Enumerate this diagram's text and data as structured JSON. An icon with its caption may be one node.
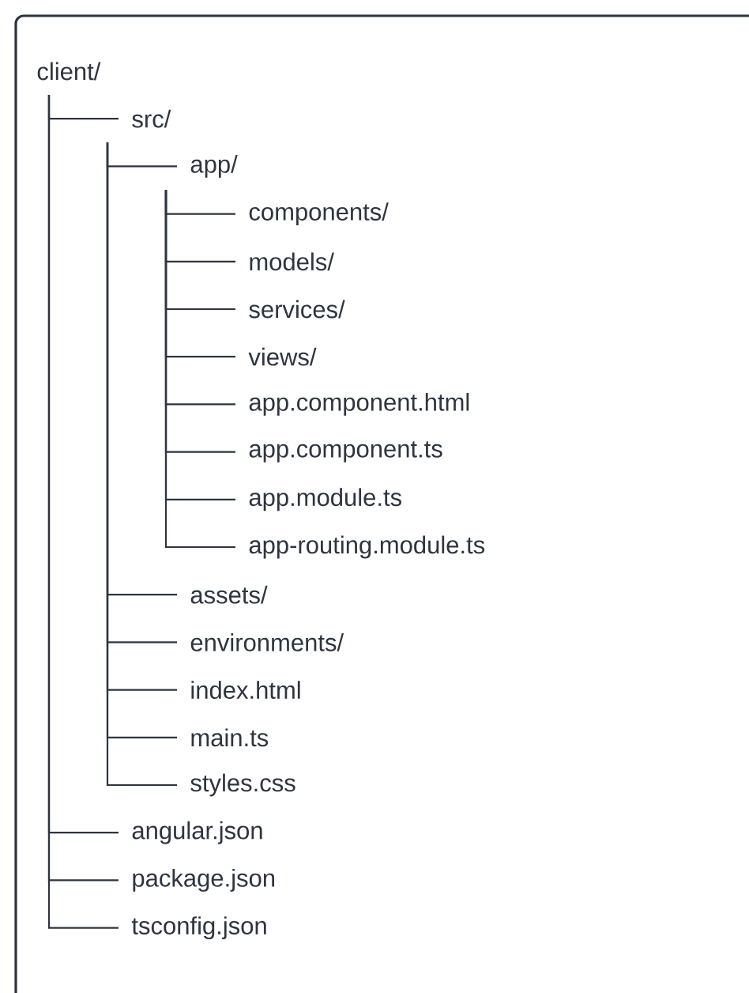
{
  "diagram": {
    "nodes": [
      {
        "text": [
          "client/"
        ]
      },
      {
        "text": [
          "src/"
        ]
      },
      {
        "text": [
          "app/"
        ]
      },
      {
        "text": [
          "components/"
        ]
      },
      {
        "text": [
          "models/"
        ]
      },
      {
        "text": [
          "services/"
        ]
      },
      {
        "text": [
          "views/"
        ]
      },
      {
        "text": [
          "app.component.html"
        ]
      },
      {
        "text": [
          "app.component.ts"
        ]
      },
      {
        "text": [
          "app.module.ts"
        ]
      },
      {
        "text": [
          "app-routing.module.ts"
        ]
      },
      {
        "text": [
          "assets/"
        ]
      },
      {
        "text": [
          "environments/"
        ]
      },
      {
        "text": [
          "index.html"
        ]
      },
      {
        "text": [
          "main.ts"
        ]
      },
      {
        "text": [
          "styles.css"
        ]
      },
      {
        "text": [
          "angular.json"
        ]
      },
      {
        "text": [
          "package.json"
        ]
      },
      {
        "text": [
          "tsconfig.json"
        ]
      }
    ],
    "edges": [
      {
        "from": 0,
        "to": 1,
        "arrow": "none"
      },
      {
        "from": 1,
        "to": 2,
        "arrow": "none"
      },
      {
        "from": 2,
        "to": 3,
        "arrow": "none"
      },
      {
        "from": 2,
        "to": 4,
        "arrow": "none"
      },
      {
        "from": 2,
        "to": 5,
        "arrow": "none"
      },
      {
        "from": 2,
        "to": 6,
        "arrow": "none"
      },
      {
        "from": 2,
        "to": 7,
        "arrow": "none"
      },
      {
        "from": 2,
        "to": 8,
        "arrow": "none"
      },
      {
        "from": 2,
        "to": 9,
        "arrow": "none"
      },
      {
        "from": 2,
        "to": 10,
        "arrow": "none"
      },
      {
        "from": 1,
        "to": 11,
        "arrow": "none"
      },
      {
        "from": 1,
        "to": 12,
        "arrow": "none"
      },
      {
        "from": 1,
        "to": 13,
        "arrow": "none"
      },
      {
        "from": 1,
        "to": 14,
        "arrow": "none"
      },
      {
        "from": 1,
        "to": 15,
        "arrow": "none"
      },
      {
        "from": 0,
        "to": 16,
        "arrow": "none"
      },
      {
        "from": 0,
        "to": 17,
        "arrow": "none"
      },
      {
        "from": 0,
        "to": 18,
        "arrow": "none"
      }
    ]
  }
}
